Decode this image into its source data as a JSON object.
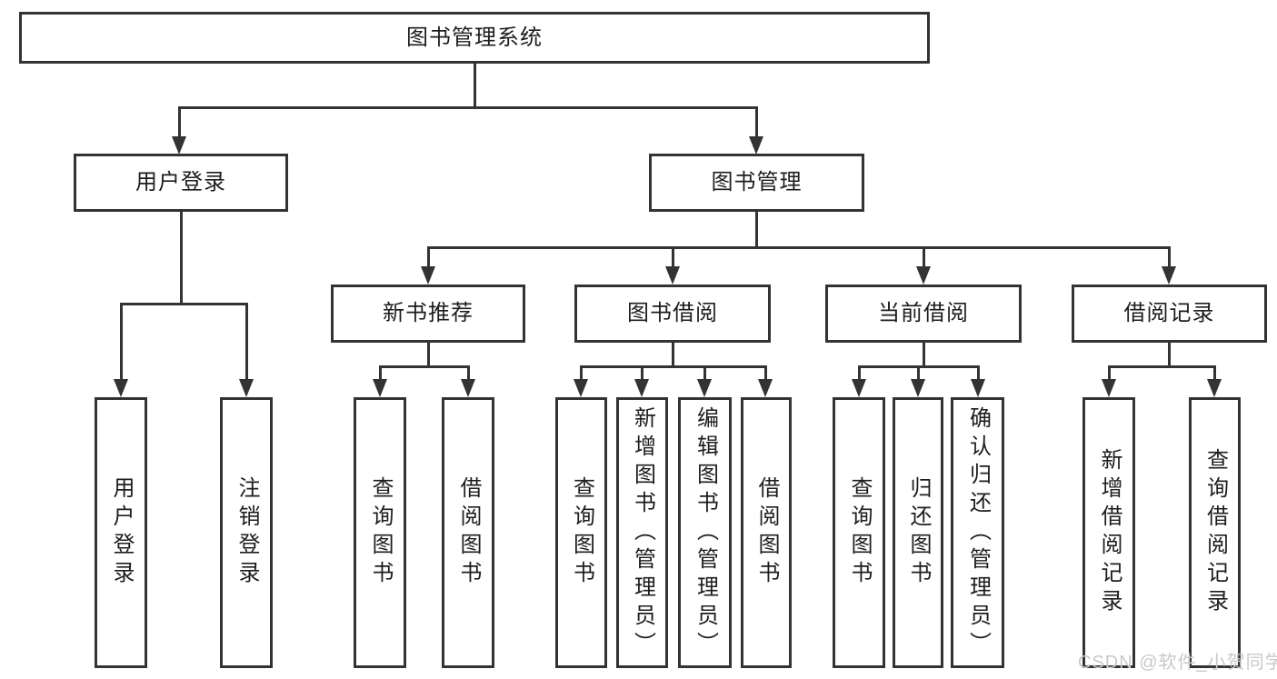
{
  "diagram": {
    "root": {
      "label": "图书管理系统"
    },
    "branches": [
      {
        "label": "用户登录",
        "children": [
          {
            "label": "用户登录"
          },
          {
            "label": "注销登录"
          }
        ]
      },
      {
        "label": "图书管理",
        "children": [
          {
            "label": "新书推荐",
            "children": [
              {
                "label": "查询图书"
              },
              {
                "label": "借阅图书"
              }
            ]
          },
          {
            "label": "图书借阅",
            "children": [
              {
                "label": "查询图书"
              },
              {
                "label": "新增图书（管理员）"
              },
              {
                "label": "编辑图书（管理员）"
              },
              {
                "label": "借阅图书"
              }
            ]
          },
          {
            "label": "当前借阅",
            "children": [
              {
                "label": "查询图书"
              },
              {
                "label": "归还图书"
              },
              {
                "label": "确认归还（管理员）"
              }
            ]
          },
          {
            "label": "借阅记录",
            "children": [
              {
                "label": "新增借阅记录"
              },
              {
                "label": "查询借阅记录"
              }
            ]
          }
        ]
      }
    ]
  },
  "watermark": {
    "text": "CSDN @软件_小贺同学"
  },
  "colors": {
    "line": "#333333",
    "text": "#1d1d1d",
    "watermark": "#c9c9c9",
    "background": "#ffffff"
  }
}
